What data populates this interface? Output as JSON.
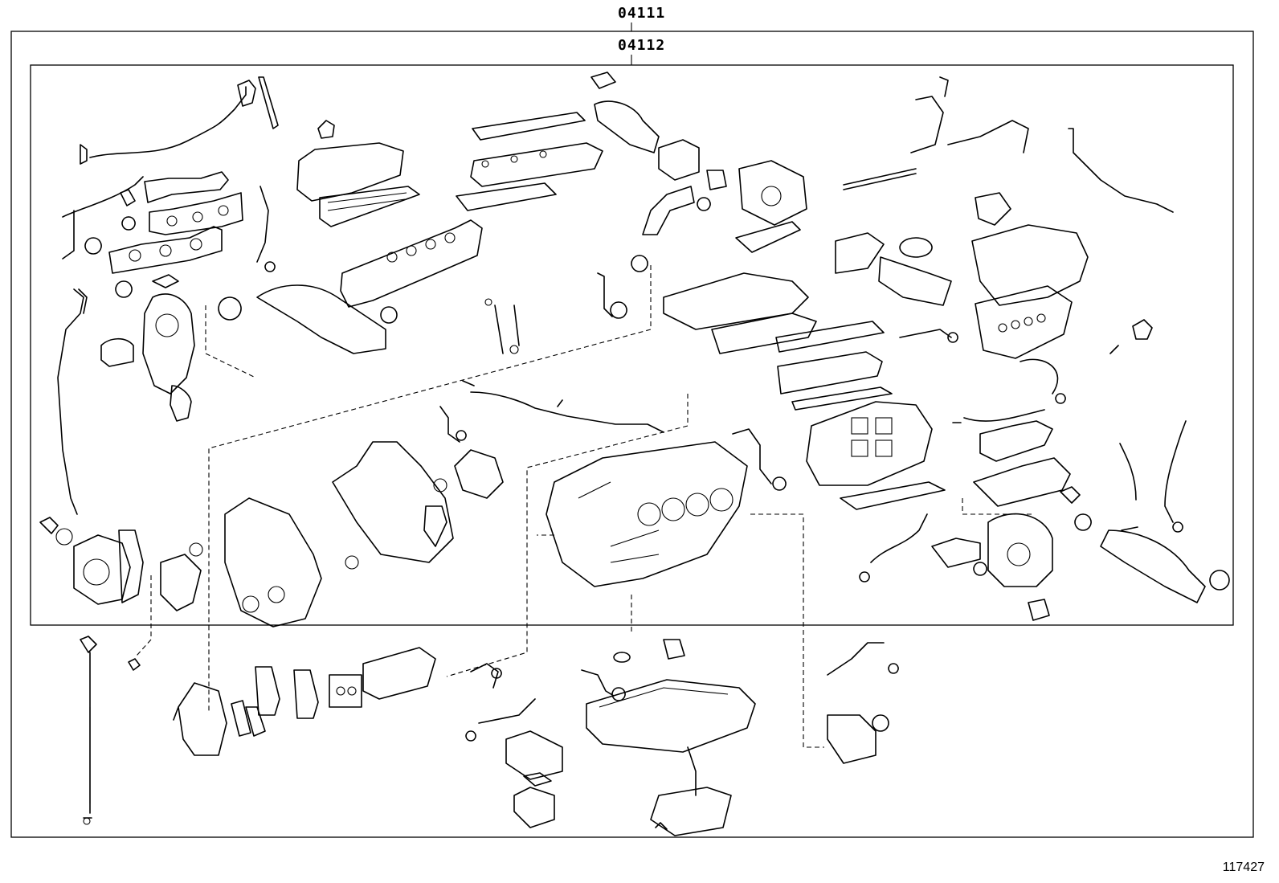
{
  "assembly_labels": {
    "outer": "04111",
    "inner": "04112"
  },
  "figure_number": "117427",
  "colors": {
    "line": "#000000",
    "background": "#ffffff"
  }
}
